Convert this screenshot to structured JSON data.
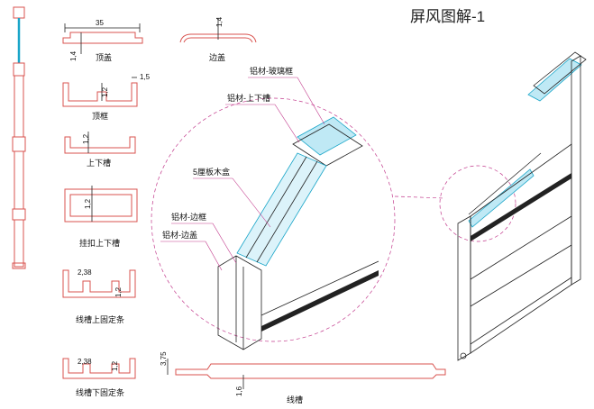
{
  "title": "屏风图解-1",
  "profiles": {
    "top_cover": {
      "label": "顶盖",
      "width_dim": "35",
      "thick_dim": "1,4"
    },
    "edge_cover": {
      "label": "边盖",
      "thick_dim": "1,4"
    },
    "top_frame": {
      "label": "顶框",
      "dim_a": "1,2",
      "dim_b": "1,5"
    },
    "slot": {
      "label": "上下槽",
      "dim_a": "1,2"
    },
    "hook_slot": {
      "label": "挂扣上下槽",
      "dim_a": "1,2"
    },
    "wire_upper": {
      "label": "线槽上固定条",
      "dim_a": "2,38",
      "dim_b": "1,2"
    },
    "wire_lower": {
      "label": "线槽下固定条",
      "dim_a": "2,38",
      "dim_b": "1,2"
    },
    "wire_channel": {
      "label": "线槽",
      "dim_a": "3,75",
      "dim_b": "1,6"
    }
  },
  "callouts": {
    "glass_frame": "铝材-玻璃框",
    "slot_alu": "铝材-上下槽",
    "wood_box": "5厘板木盒",
    "side_frame": "铝材-边框",
    "side_cover": "铝材-边盖"
  }
}
